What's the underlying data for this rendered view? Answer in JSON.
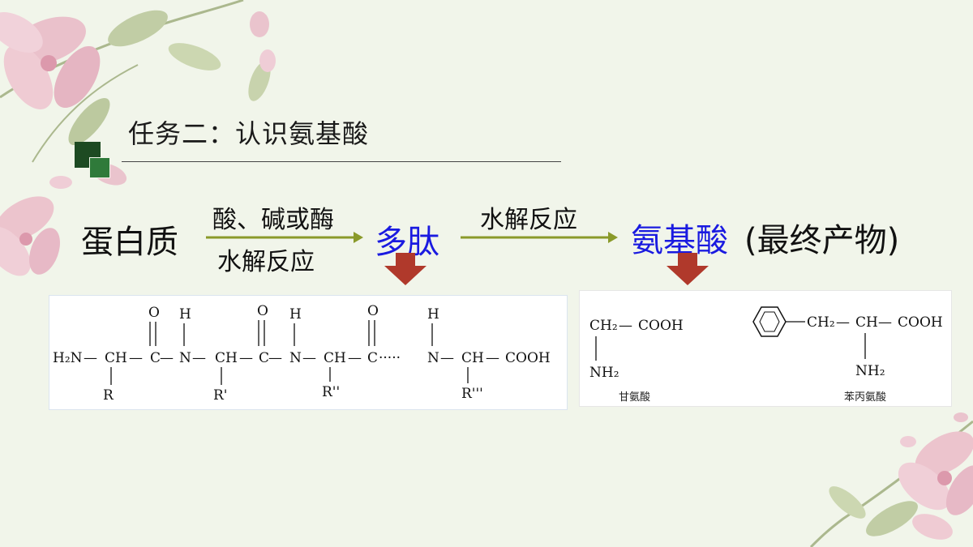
{
  "title": "任务二：认识氨基酸",
  "reaction": {
    "protein": "蛋白质",
    "condition_top": "酸、碱或酶",
    "condition_bottom": "水解反应",
    "peptide": "多肽",
    "condition2": "水解反应",
    "amino_acid": "氨基酸",
    "final_note": "(最终产物)"
  },
  "peptide_formula": {
    "o": "O",
    "h": "H",
    "h2n": "H₂N",
    "ch": "CH",
    "c": "C",
    "n": "N",
    "r1": "R",
    "r2": "R'",
    "r3": "R''",
    "r4": "R'''",
    "cooh": "COOH",
    "bond": "—",
    "dots": "·····"
  },
  "glycine": {
    "ch2": "CH₂",
    "cooh": "COOH",
    "nh2": "NH₂",
    "name": "甘氨酸"
  },
  "phenylalanine": {
    "ch2": "CH₂",
    "ch": "CH",
    "cooh": "COOH",
    "nh2": "NH₂",
    "name": "苯丙氨酸"
  },
  "colors": {
    "background": "#f1f5ea",
    "highlight_blue": "#1a1ae0",
    "arrow_olive": "#8a9a2a",
    "down_arrow_red": "#b0392b",
    "square_dark": "#1d4a22",
    "square_green": "#2f7a3a"
  }
}
